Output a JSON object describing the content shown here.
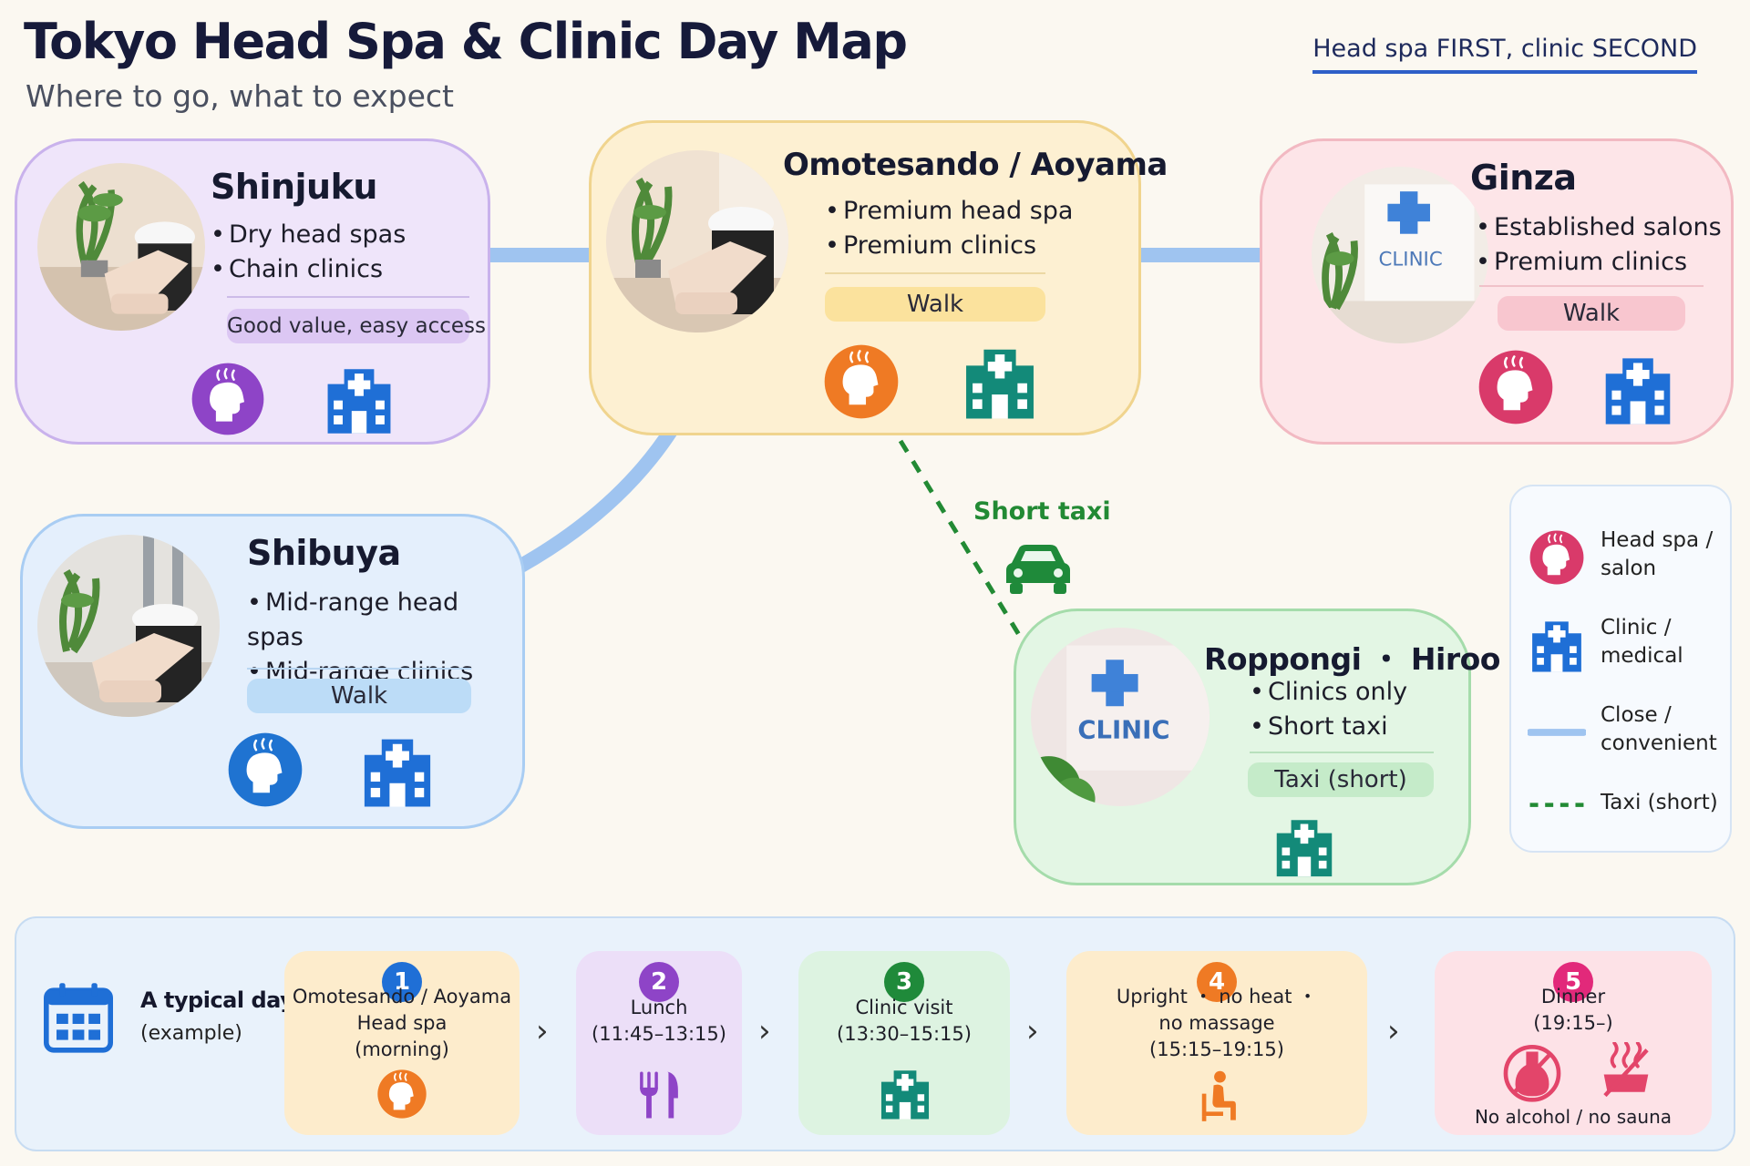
{
  "header": {
    "title": "Tokyo Head Spa & Clinic Day Map",
    "subtitle": "Where to go, what to expect",
    "tagline": "Head spa FIRST, clinic SECOND"
  },
  "colors": {
    "shinjuku": "#8e44c7",
    "omotesando": "#ef7a24",
    "ginza": "#d93a6a",
    "shibuya": "#1f73d1",
    "clinic_blue": "#1f6fd6",
    "clinic_teal": "#138a79",
    "walk_link": "#9fc4f0",
    "taxi_link": "#228a34"
  },
  "areas": {
    "shinjuku": {
      "name": "Shinjuku",
      "bullets": [
        "Dry head spas",
        "Chain clinics"
      ],
      "tag": "Good value, easy access",
      "icons": [
        "head-spa-icon",
        "clinic-icon"
      ]
    },
    "omotesando": {
      "name": "Omotesando / Aoyama",
      "bullets": [
        "Premium head spa",
        "Premium clinics"
      ],
      "tag": "Walk",
      "icons": [
        "head-spa-icon",
        "clinic-icon"
      ]
    },
    "ginza": {
      "name": "Ginza",
      "bullets": [
        "Established salons",
        "Premium clinics"
      ],
      "tag": "Walk",
      "icons": [
        "head-spa-icon",
        "clinic-icon"
      ]
    },
    "shibuya": {
      "name": "Shibuya",
      "bullets": [
        "Mid-range head spas",
        "Mid-range clinics"
      ],
      "tag": "Walk",
      "icons": [
        "head-spa-icon",
        "clinic-icon"
      ]
    },
    "roppongi": {
      "name": "Roppongi ・ Hiroo",
      "bullets": [
        "Clinics only",
        "Short taxi"
      ],
      "tag": "Taxi (short)",
      "icons": [
        "clinic-icon"
      ],
      "sign": "CLINIC"
    }
  },
  "ginza_sign": "CLINIC",
  "connector": {
    "taxi_label": "Short taxi"
  },
  "legend": [
    {
      "icon": "head-spa-icon",
      "label": "Head spa / salon"
    },
    {
      "icon": "clinic-icon",
      "label": "Clinic / medical"
    },
    {
      "icon": "solid-line-icon",
      "label": "Close / convenient"
    },
    {
      "icon": "dashed-line-icon",
      "label": "Taxi (short)"
    }
  ],
  "timeline": {
    "heading": "A typical day",
    "subheading": "(example)",
    "steps": [
      {
        "num": "1",
        "lines": [
          "Omotesando / Aoyama",
          "Head spa",
          "(morning)"
        ],
        "icon": "head-spa-icon"
      },
      {
        "num": "2",
        "lines": [
          "Lunch",
          "(11:45–13:15)"
        ],
        "icon": "utensils-icon"
      },
      {
        "num": "3",
        "lines": [
          "Clinic visit",
          "(13:30–15:15)"
        ],
        "icon": "clinic-icon"
      },
      {
        "num": "4",
        "lines": [
          "Upright ・ no heat ・",
          "no massage",
          "(15:15–19:15)"
        ],
        "icon": "seated-person-icon"
      },
      {
        "num": "5",
        "lines": [
          "Dinner",
          "(19:15–)"
        ],
        "icon": "no-alcohol-no-sauna-icons",
        "footer": "No alcohol / no sauna"
      }
    ]
  }
}
